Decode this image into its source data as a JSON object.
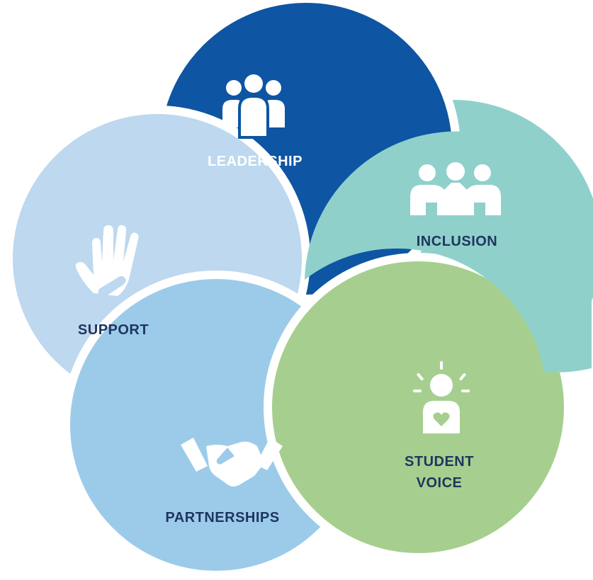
{
  "colors": {
    "leadership": "#0e55a3",
    "inclusion": "#8fd0cb",
    "student_voice": "#a6cf8f",
    "partnerships": "#9ccbea",
    "support": "#bdd8ef",
    "dark_text": "#1f355e",
    "light_text": "#ffffff",
    "separator": "#ffffff"
  },
  "petals": {
    "leadership": {
      "label": "LEADERSHIP",
      "icon": "people-group-icon"
    },
    "inclusion": {
      "label": "INCLUSION",
      "icon": "people-embracing-icon"
    },
    "student_voice": {
      "label_line1": "STUDENT",
      "label_line2": "VOICE",
      "icon": "person-heart-icon"
    },
    "partnerships": {
      "label": "PARTNERSHIPS",
      "icon": "handshake-icon"
    },
    "support": {
      "label": "SUPPORT",
      "icon": "helping-hand-icon"
    }
  }
}
